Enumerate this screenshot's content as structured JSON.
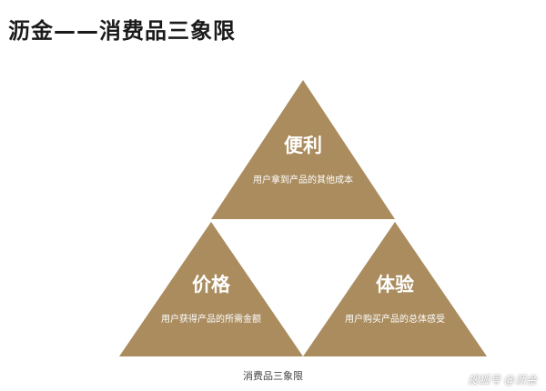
{
  "page": {
    "title": "沥金——消费品三象限"
  },
  "diagram": {
    "triangles": [
      {
        "id": "top",
        "title": "便利",
        "description": "用户拿到产品的其他成本"
      },
      {
        "id": "left",
        "title": "价格",
        "description": "用户获得产品的所需金额"
      },
      {
        "id": "right",
        "title": "体验",
        "description": "用户购买产品的总体感受"
      }
    ],
    "caption": "消费品三象限",
    "colors": {
      "triangle_fill": "#aa8c5f"
    }
  },
  "watermark": {
    "text": "搜狐号 @沥金"
  }
}
